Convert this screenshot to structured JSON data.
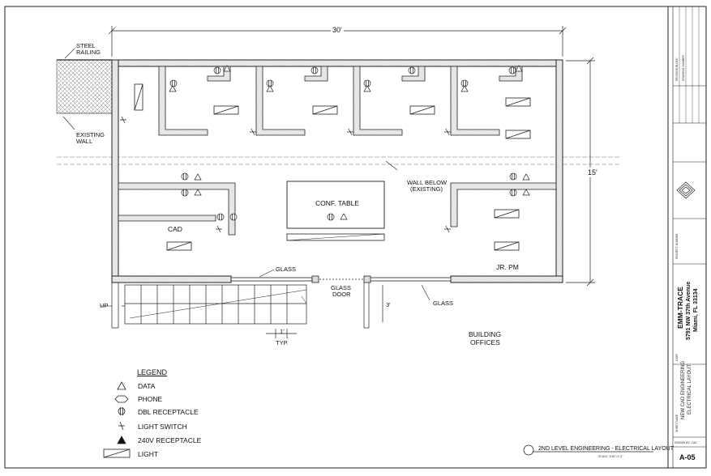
{
  "dimensions": {
    "width": "30'",
    "height": "15'",
    "stair_tread": "1'",
    "door_rise": "3'"
  },
  "labels": {
    "steel_railing": [
      "STEEL",
      "RAILING"
    ],
    "existing_wall": [
      "EXISTING",
      "WALL"
    ],
    "wall_below": [
      "WALL BELOW",
      "(EXISTING)"
    ],
    "conf_table": "CONF. TABLE",
    "cad": "CAD",
    "jr_pm": "JR. PM",
    "glass_upper": "GLASS",
    "glass_lower": "GLASS",
    "glass_door": [
      "GLASS",
      "DOOR"
    ],
    "up": "UP",
    "typ": "TYP.",
    "building_offices": [
      "BUILDING",
      "OFFICES"
    ],
    "sheet_title": "2ND LEVEL ENGINEERING - ELECTRICAL LAYOUT",
    "scale": "SCALE: 3/16\"=1'-0\""
  },
  "legend": {
    "title": "LEGEND",
    "items": [
      {
        "icon": "data-triangle-icon",
        "label": "DATA"
      },
      {
        "icon": "phone-hexagon-icon",
        "label": "PHONE"
      },
      {
        "icon": "dbl-receptacle-icon",
        "label": "DBL RECEPTACLE"
      },
      {
        "icon": "light-switch-icon",
        "label": "LIGHT SWITCH"
      },
      {
        "icon": "240v-receptacle-icon",
        "label": "240V RECEPTACLE"
      },
      {
        "icon": "light-fixture-icon",
        "label": "LIGHT"
      }
    ]
  },
  "title_block": {
    "company": "EMM-TRACE",
    "address_line1": "5791 NW 37th Avenue",
    "address_line2": "Miami, FL 33134",
    "project_line1": "NEW CAD ENGINEERING",
    "project_line2": "ELECTRICAL LAYOUT",
    "sheet_number": "A-05",
    "drawn_by": "DRAWN BY: CAD",
    "small_fields": [
      "REVISION BLOCK",
      "DRAWING NUMBER",
      "PROJECT NUMBER",
      "SHEET NAME",
      "DATE",
      "DRAWN BY"
    ]
  },
  "colors": {
    "ink": "#111111",
    "wall_fill": "#e6e6e6",
    "hatch": "#8a8a8a"
  }
}
